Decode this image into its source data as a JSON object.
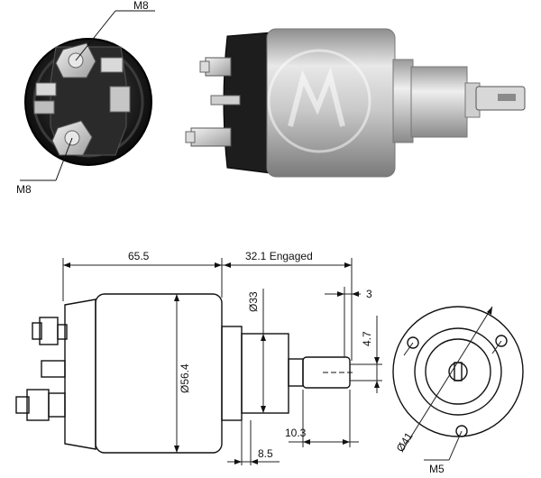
{
  "photo_labels": {
    "top_terminal": "M8",
    "bottom_terminal": "M8"
  },
  "dimensions": {
    "body_length": "65.5",
    "engaged_travel": "32.1 Engaged",
    "body_diameter": "Ø56.4",
    "nose_diameter": "Ø33",
    "plunger_slot": "3",
    "eye_width": "4.7",
    "eye_length": "10.3",
    "shoulder": "8.5",
    "bolt_circle": "Ø41",
    "mount_thread": "M5"
  },
  "colors": {
    "photo_dark": "#1c1c1c",
    "metal_light": "#e2e2e2",
    "metal_mid": "#a9a9a9",
    "line": "#111111"
  }
}
